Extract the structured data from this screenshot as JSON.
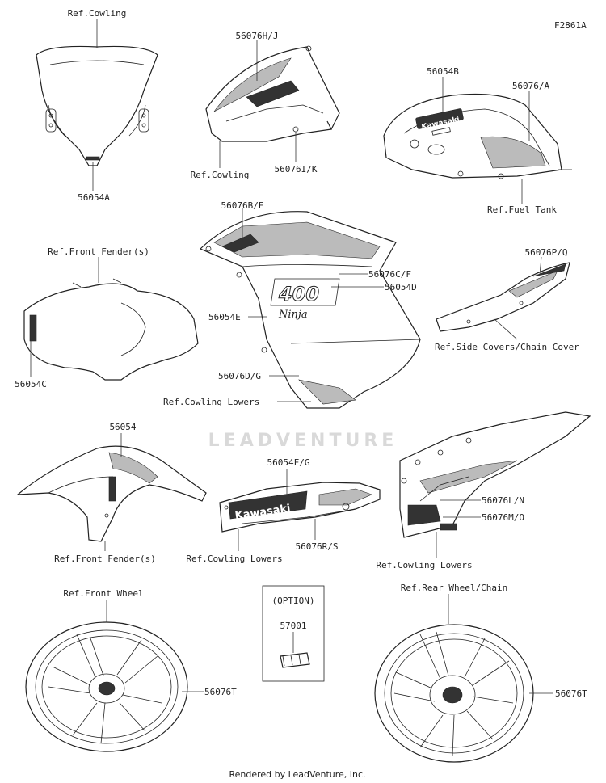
{
  "figure_id": "F2861A",
  "watermark": "LEADVENTURE",
  "footer": "Rendered by LeadVenture, Inc.",
  "option_box": {
    "title": "(OPTION)",
    "part": "57001"
  },
  "labels": {
    "ref_cowling_top": "Ref.Cowling",
    "p56054A": "56054A",
    "p56076HJ": "56076H/J",
    "ref_cowling_mid": "Ref.Cowling",
    "p56076IK": "56076I/K",
    "p56054B": "56054B",
    "p56076A": "56076/A",
    "ref_fuel_tank": "Ref.Fuel Tank",
    "ref_front_fender_top": "Ref.Front Fender(s)",
    "p56054C": "56054C",
    "p56076BE": "56076B/E",
    "p56076CF": "56076C/F",
    "p56054D": "56054D",
    "p56054E": "56054E",
    "p56076DG": "56076D/G",
    "ref_cowling_lowers_mid": "Ref.Cowling Lowers",
    "p56076PQ": "56076P/Q",
    "ref_side_covers": "Ref.Side Covers/Chain Cover",
    "p56054": "56054",
    "ref_front_fender_bottom": "Ref.Front Fender(s)",
    "p56054FG": "56054F/G",
    "ref_cowling_lowers_left": "Ref.Cowling Lowers",
    "p56076RS": "56076R/S",
    "p56076LN": "56076L/N",
    "p56076MO": "56076M/O",
    "ref_cowling_lowers_right": "Ref.Cowling Lowers",
    "ref_front_wheel": "Ref.Front Wheel",
    "p56076T_front": "56076T",
    "ref_rear_wheel": "Ref.Rear Wheel/Chain",
    "p56076T_rear": "56076T"
  },
  "decal_text": {
    "kawasaki_tank": "Kawasaki",
    "kawasaki_lower": "Kawasaki",
    "model_400": "400",
    "ninja": "Ninja"
  }
}
